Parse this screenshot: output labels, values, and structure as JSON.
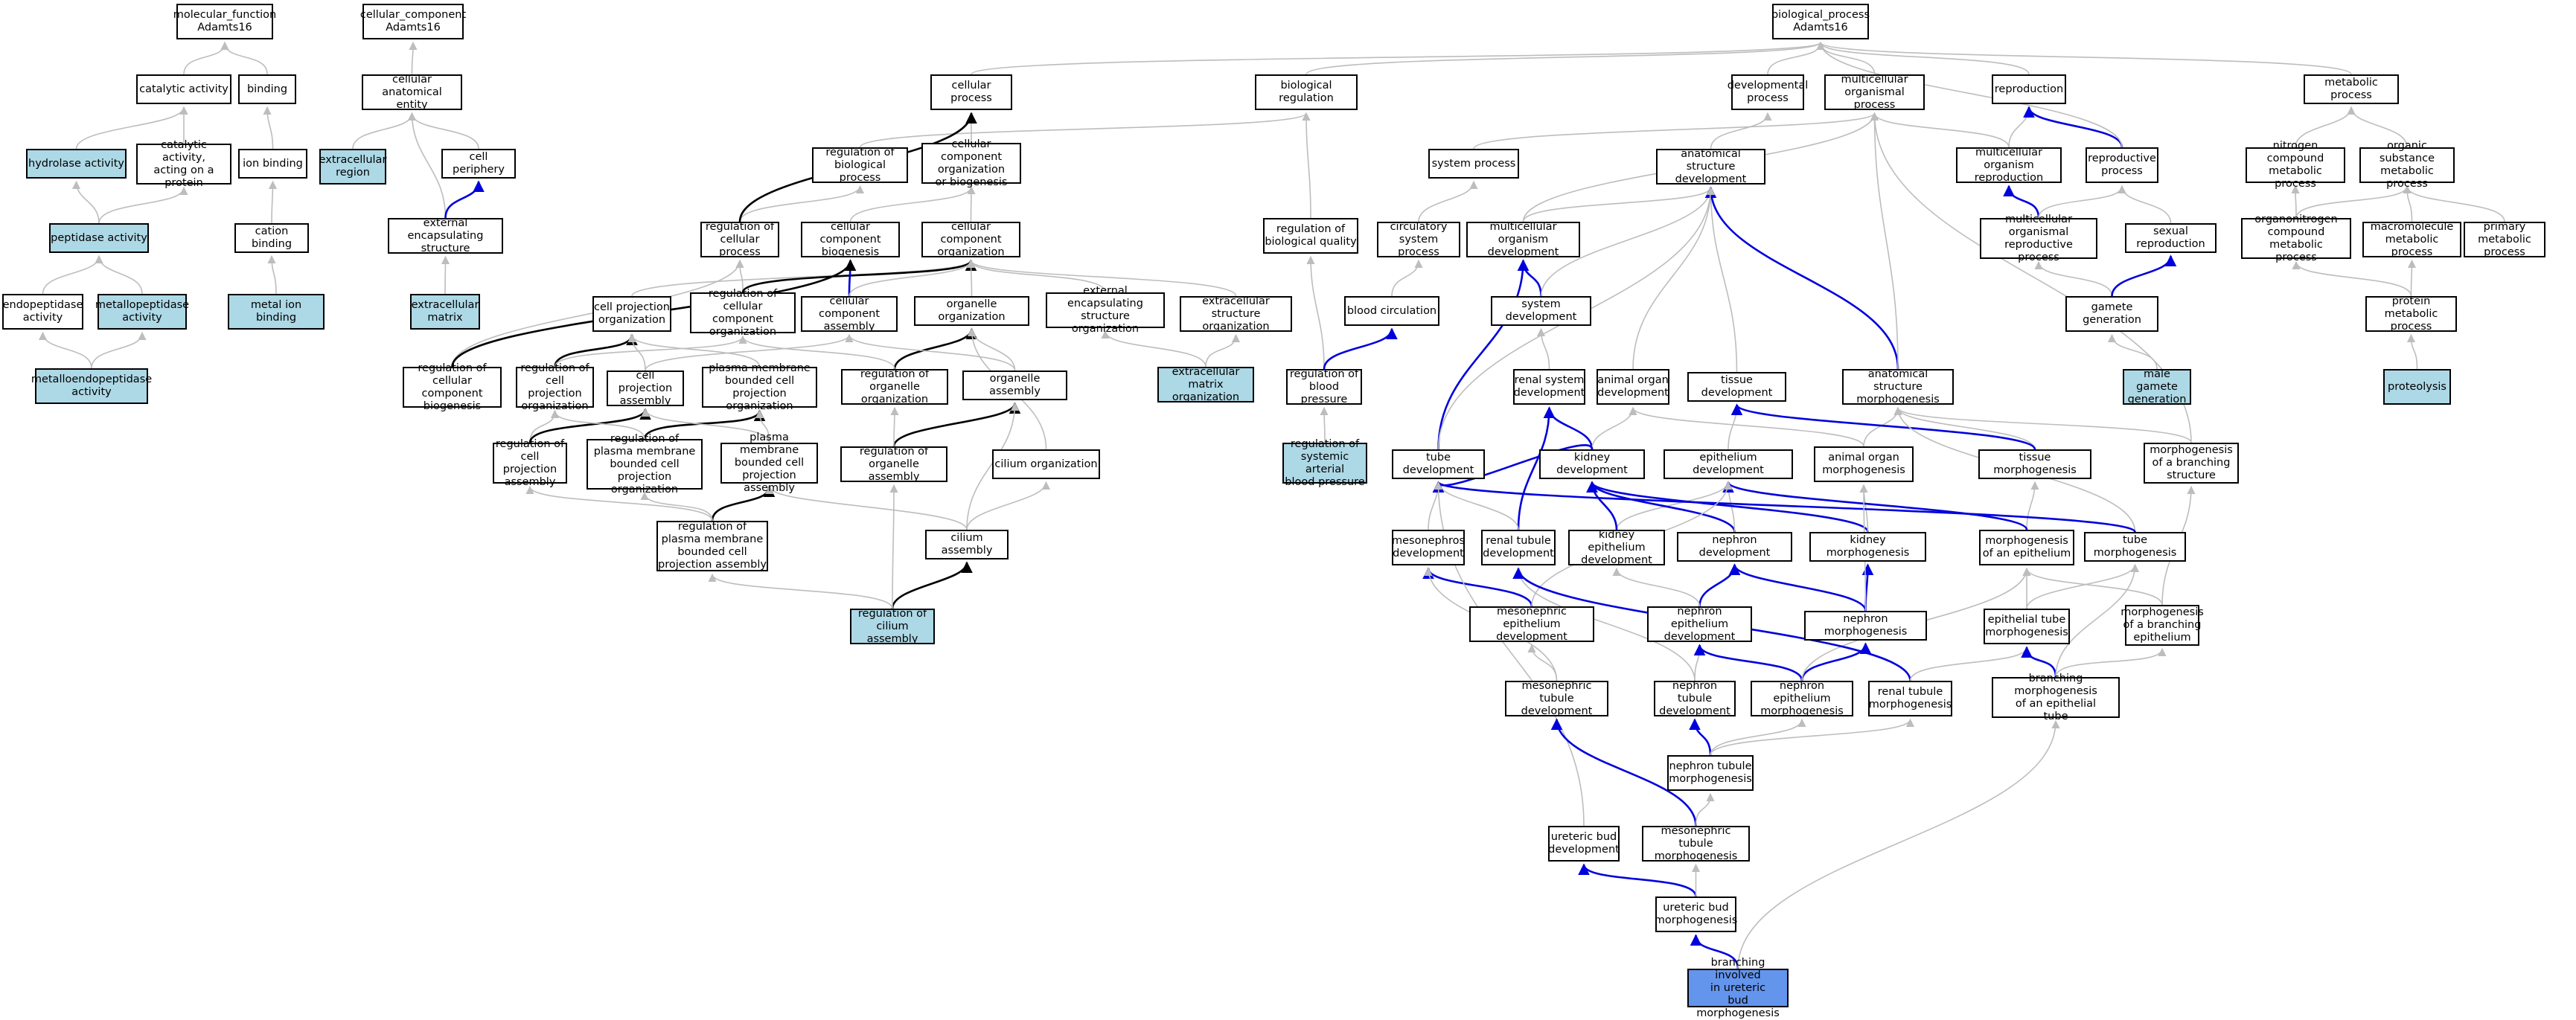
{
  "nodes": [
    {
      "id": "mf",
      "label": "molecular_function\nAdamts16"
    },
    {
      "id": "cat",
      "label": "catalytic activity"
    },
    {
      "id": "bind",
      "label": "binding"
    },
    {
      "id": "hyd",
      "label": "hydrolase activity",
      "style": "hl"
    },
    {
      "id": "catprot",
      "label": "catalytic activity,\nacting on a\nprotein"
    },
    {
      "id": "ionb",
      "label": "ion binding"
    },
    {
      "id": "pep",
      "label": "peptidase activity",
      "style": "hl"
    },
    {
      "id": "catb",
      "label": "cation binding"
    },
    {
      "id": "endo",
      "label": "endopeptidase\nactivity"
    },
    {
      "id": "metpep",
      "label": "metallopeptidase\nactivity",
      "style": "hl"
    },
    {
      "id": "metion",
      "label": "metal ion binding",
      "style": "hl"
    },
    {
      "id": "metendo",
      "label": "metalloendopeptidase\nactivity",
      "style": "hl"
    },
    {
      "id": "cc",
      "label": "cellular_component\nAdamts16"
    },
    {
      "id": "cae",
      "label": "cellular anatomical\nentity"
    },
    {
      "id": "exreg",
      "label": "extracellular\nregion",
      "style": "hl"
    },
    {
      "id": "cperi",
      "label": "cell periphery"
    },
    {
      "id": "ees",
      "label": "external encapsulating\nstructure"
    },
    {
      "id": "exmat",
      "label": "extracellular\nmatrix",
      "style": "hl"
    },
    {
      "id": "bp",
      "label": "biological_process\nAdamts16"
    },
    {
      "id": "cproc",
      "label": "cellular process"
    },
    {
      "id": "breg",
      "label": "biological regulation"
    },
    {
      "id": "devp",
      "label": "developmental\nprocess"
    },
    {
      "id": "multi",
      "label": "multicellular\norganismal process"
    },
    {
      "id": "repro",
      "label": "reproduction"
    },
    {
      "id": "metab",
      "label": "metabolic process"
    },
    {
      "id": "regbp",
      "label": "regulation of\nbiological process"
    },
    {
      "id": "ccob",
      "label": "cellular component\norganization\nor biogenesis"
    },
    {
      "id": "sysp",
      "label": "system process"
    },
    {
      "id": "asd",
      "label": "anatomical structure\ndevelopment"
    },
    {
      "id": "mor",
      "label": "multicellular\norganism reproduction"
    },
    {
      "id": "rproc",
      "label": "reproductive\nprocess"
    },
    {
      "id": "ncm",
      "label": "nitrogen compound\nmetabolic process"
    },
    {
      "id": "osm",
      "label": "organic substance\nmetabolic process"
    },
    {
      "id": "regcp",
      "label": "regulation of\ncellular process"
    },
    {
      "id": "ccbio",
      "label": "cellular component\nbiogenesis"
    },
    {
      "id": "ccorg",
      "label": "cellular component\norganization"
    },
    {
      "id": "regbq",
      "label": "regulation of\nbiological quality"
    },
    {
      "id": "circ",
      "label": "circulatory\nsystem process"
    },
    {
      "id": "mod",
      "label": "multicellular\norganism development"
    },
    {
      "id": "morp",
      "label": "multicellular\norganismal reproductive\nprocess"
    },
    {
      "id": "srep",
      "label": "sexual reproduction"
    },
    {
      "id": "orgn",
      "label": "organonitrogen\ncompound metabolic\nprocess"
    },
    {
      "id": "macro",
      "label": "macromolecule\nmetabolic process"
    },
    {
      "id": "prim",
      "label": "primary metabolic\nprocess"
    },
    {
      "id": "cpo",
      "label": "cell projection\norganization"
    },
    {
      "id": "regcco",
      "label": "regulation of\ncellular component\norganization"
    },
    {
      "id": "cca",
      "label": "cellular component\nassembly"
    },
    {
      "id": "orgo",
      "label": "organelle organization"
    },
    {
      "id": "eeso",
      "label": "external encapsulating\nstructure organization"
    },
    {
      "id": "exso",
      "label": "extracellular\nstructure organization"
    },
    {
      "id": "bcirc",
      "label": "blood circulation"
    },
    {
      "id": "sysd",
      "label": "system development"
    },
    {
      "id": "gam",
      "label": "gamete generation"
    },
    {
      "id": "prot",
      "label": "protein metabolic\nprocess"
    },
    {
      "id": "regccb",
      "label": "regulation of\ncellular component\nbiogenesis"
    },
    {
      "id": "regcpo",
      "label": "regulation of\ncell projection\norganization"
    },
    {
      "id": "cpa",
      "label": "cell projection\nassembly"
    },
    {
      "id": "pmbcpo",
      "label": "plasma membrane\nbounded cell\nprojection organization"
    },
    {
      "id": "regoo",
      "label": "regulation of\norganelle organization"
    },
    {
      "id": "orga",
      "label": "organelle assembly"
    },
    {
      "id": "exmo",
      "label": "extracellular\nmatrix organization",
      "style": "hl"
    },
    {
      "id": "regbpr",
      "label": "regulation of\nblood pressure"
    },
    {
      "id": "rsd",
      "label": "renal system\ndevelopment"
    },
    {
      "id": "aod",
      "label": "animal organ\ndevelopment"
    },
    {
      "id": "tisd",
      "label": "tissue development"
    },
    {
      "id": "asm",
      "label": "anatomical structure\nmorphogenesis"
    },
    {
      "id": "mgam",
      "label": "male gamete\ngeneration",
      "style": "hl"
    },
    {
      "id": "proteo",
      "label": "proteolysis",
      "style": "hl"
    },
    {
      "id": "regcpa",
      "label": "regulation of\ncell projection\nassembly"
    },
    {
      "id": "regpmb",
      "label": "regulation of\nplasma membrane\nbounded cell\nprojection organization"
    },
    {
      "id": "pmbcpa",
      "label": "plasma membrane\nbounded cell\nprojection assembly"
    },
    {
      "id": "regoa",
      "label": "regulation of\norganelle assembly"
    },
    {
      "id": "cilo",
      "label": "cilium organization"
    },
    {
      "id": "rsabp",
      "label": "regulation of\nsystemic arterial\nblood pressure",
      "style": "hl"
    },
    {
      "id": "tubd",
      "label": "tube development"
    },
    {
      "id": "kidd",
      "label": "kidney development"
    },
    {
      "id": "epid",
      "label": "epithelium development"
    },
    {
      "id": "aom",
      "label": "animal organ\nmorphogenesis"
    },
    {
      "id": "tism",
      "label": "tissue morphogenesis"
    },
    {
      "id": "mobs",
      "label": "morphogenesis\nof a branching\nstructure"
    },
    {
      "id": "regpmba",
      "label": "regulation of\nplasma membrane\nbounded cell\nprojection assembly"
    },
    {
      "id": "cila",
      "label": "cilium assembly"
    },
    {
      "id": "regcila",
      "label": "regulation of\ncilium assembly",
      "style": "hl"
    },
    {
      "id": "mesod",
      "label": "mesonephros\ndevelopment"
    },
    {
      "id": "rtd",
      "label": "renal tubule\ndevelopment"
    },
    {
      "id": "ked",
      "label": "kidney epithelium\ndevelopment"
    },
    {
      "id": "nepd",
      "label": "nephron development"
    },
    {
      "id": "kidm",
      "label": "kidney morphogenesis"
    },
    {
      "id": "moe",
      "label": "morphogenesis\nof an epithelium"
    },
    {
      "id": "tubm",
      "label": "tube morphogenesis"
    },
    {
      "id": "med",
      "label": "mesonephric\nepithelium development"
    },
    {
      "id": "ned",
      "label": "nephron epithelium\ndevelopment"
    },
    {
      "id": "nepm",
      "label": "nephron morphogenesis"
    },
    {
      "id": "etm",
      "label": "epithelial tube\nmorphogenesis"
    },
    {
      "id": "mobe",
      "label": "morphogenesis\nof a branching\nepithelium"
    },
    {
      "id": "mtd",
      "label": "mesonephric\ntubule development"
    },
    {
      "id": "ntd",
      "label": "nephron tubule\ndevelopment"
    },
    {
      "id": "nem",
      "label": "nephron epithelium\nmorphogenesis"
    },
    {
      "id": "rtm",
      "label": "renal tubule\nmorphogenesis"
    },
    {
      "id": "bmet",
      "label": "branching morphogenesis\nof an epithelial\ntube"
    },
    {
      "id": "ntm",
      "label": "nephron tubule\nmorphogenesis"
    },
    {
      "id": "ubd",
      "label": "ureteric bud\ndevelopment"
    },
    {
      "id": "mtm",
      "label": "mesonephric\ntubule morphogenesis"
    },
    {
      "id": "ubm",
      "label": "ureteric bud\nmorphogenesis"
    },
    {
      "id": "bubm",
      "label": "branching involved\nin ureteric\nbud morphogenesis",
      "style": "focus"
    }
  ],
  "edges": [
    [
      "cat",
      "mf",
      "g"
    ],
    [
      "bind",
      "mf",
      "g"
    ],
    [
      "hyd",
      "cat",
      "g"
    ],
    [
      "catprot",
      "cat",
      "g"
    ],
    [
      "ionb",
      "bind",
      "g"
    ],
    [
      "pep",
      "hyd",
      "g"
    ],
    [
      "pep",
      "catprot",
      "g"
    ],
    [
      "catb",
      "ionb",
      "g"
    ],
    [
      "endo",
      "pep",
      "g"
    ],
    [
      "metpep",
      "pep",
      "g"
    ],
    [
      "metion",
      "catb",
      "g"
    ],
    [
      "metendo",
      "endo",
      "g"
    ],
    [
      "metendo",
      "metpep",
      "g"
    ],
    [
      "cae",
      "cc",
      "g"
    ],
    [
      "exreg",
      "cae",
      "g"
    ],
    [
      "cperi",
      "cae",
      "g"
    ],
    [
      "ees",
      "cae",
      "g"
    ],
    [
      "ees",
      "cperi",
      "b"
    ],
    [
      "exmat",
      "ees",
      "g"
    ],
    [
      "cproc",
      "bp",
      "g"
    ],
    [
      "breg",
      "bp",
      "g"
    ],
    [
      "devp",
      "bp",
      "g"
    ],
    [
      "multi",
      "bp",
      "g"
    ],
    [
      "repro",
      "bp",
      "g"
    ],
    [
      "metab",
      "bp",
      "g"
    ],
    [
      "regbp",
      "breg",
      "g"
    ],
    [
      "ccob",
      "cproc",
      "g"
    ],
    [
      "sysp",
      "multi",
      "g"
    ],
    [
      "asd",
      "devp",
      "g"
    ],
    [
      "mor",
      "multi",
      "g"
    ],
    [
      "mor",
      "repro",
      "g"
    ],
    [
      "rproc",
      "repro",
      "b"
    ],
    [
      "rproc",
      "bp",
      "g"
    ],
    [
      "ncm",
      "metab",
      "g"
    ],
    [
      "osm",
      "metab",
      "g"
    ],
    [
      "regcp",
      "regbp",
      "g"
    ],
    [
      "regcp",
      "cproc",
      "k"
    ],
    [
      "ccbio",
      "ccob",
      "g"
    ],
    [
      "ccorg",
      "ccob",
      "g"
    ],
    [
      "regbq",
      "breg",
      "g"
    ],
    [
      "circ",
      "sysp",
      "g"
    ],
    [
      "mod",
      "asd",
      "g"
    ],
    [
      "mod",
      "multi",
      "g"
    ],
    [
      "morp",
      "mor",
      "b"
    ],
    [
      "morp",
      "rproc",
      "g"
    ],
    [
      "srep",
      "rproc",
      "g"
    ],
    [
      "orgn",
      "ncm",
      "g"
    ],
    [
      "orgn",
      "osm",
      "g"
    ],
    [
      "macro",
      "osm",
      "g"
    ],
    [
      "prim",
      "osm",
      "g"
    ],
    [
      "cpo",
      "ccorg",
      "g"
    ],
    [
      "regcco",
      "regcp",
      "g"
    ],
    [
      "regcco",
      "ccorg",
      "k"
    ],
    [
      "cca",
      "ccbio",
      "b"
    ],
    [
      "cca",
      "ccorg",
      "g"
    ],
    [
      "orgo",
      "ccorg",
      "g"
    ],
    [
      "eeso",
      "ccorg",
      "g"
    ],
    [
      "exso",
      "ccorg",
      "g"
    ],
    [
      "bcirc",
      "circ",
      "g"
    ],
    [
      "sysd",
      "mod",
      "b"
    ],
    [
      "sysd",
      "asd",
      "g"
    ],
    [
      "gam",
      "morp",
      "g"
    ],
    [
      "gam",
      "srep",
      "b"
    ],
    [
      "prot",
      "macro",
      "g"
    ],
    [
      "prot",
      "orgn",
      "g"
    ],
    [
      "regccb",
      "regcp",
      "g"
    ],
    [
      "regccb",
      "ccbio",
      "k"
    ],
    [
      "regcpo",
      "cpo",
      "k"
    ],
    [
      "regcpo",
      "regcco",
      "g"
    ],
    [
      "cpa",
      "cpo",
      "g"
    ],
    [
      "cpa",
      "cca",
      "g"
    ],
    [
      "pmbcpo",
      "cpo",
      "g"
    ],
    [
      "regoo",
      "orgo",
      "k"
    ],
    [
      "regoo",
      "regcco",
      "g"
    ],
    [
      "orga",
      "orgo",
      "g"
    ],
    [
      "orga",
      "cca",
      "g"
    ],
    [
      "exmo",
      "exso",
      "g"
    ],
    [
      "exmo",
      "eeso",
      "g"
    ],
    [
      "regbpr",
      "regbq",
      "g"
    ],
    [
      "regbpr",
      "bcirc",
      "b"
    ],
    [
      "rsd",
      "sysd",
      "g"
    ],
    [
      "aod",
      "asd",
      "g"
    ],
    [
      "tisd",
      "asd",
      "g"
    ],
    [
      "asm",
      "asd",
      "b"
    ],
    [
      "asm",
      "multi",
      "g"
    ],
    [
      "mgam",
      "gam",
      "g"
    ],
    [
      "proteo",
      "prot",
      "g"
    ],
    [
      "regcpa",
      "regcpo",
      "g"
    ],
    [
      "regcpa",
      "cpa",
      "k"
    ],
    [
      "regpmb",
      "pmbcpo",
      "k"
    ],
    [
      "regpmb",
      "regcpo",
      "g"
    ],
    [
      "pmbcpa",
      "pmbcpo",
      "g"
    ],
    [
      "pmbcpa",
      "cpa",
      "g"
    ],
    [
      "regoa",
      "orga",
      "k"
    ],
    [
      "regoa",
      "regoo",
      "g"
    ],
    [
      "cilo",
      "orgo",
      "g"
    ],
    [
      "rsabp",
      "regbpr",
      "g"
    ],
    [
      "tubd",
      "mod",
      "b"
    ],
    [
      "tubd",
      "asd",
      "g"
    ],
    [
      "kidd",
      "rsd",
      "b"
    ],
    [
      "kidd",
      "aod",
      "g"
    ],
    [
      "kidd",
      "tubd",
      "b"
    ],
    [
      "epid",
      "tisd",
      "g"
    ],
    [
      "aom",
      "aod",
      "g"
    ],
    [
      "aom",
      "asm",
      "g"
    ],
    [
      "tism",
      "asm",
      "g"
    ],
    [
      "tism",
      "tisd",
      "b"
    ],
    [
      "mobs",
      "asm",
      "g"
    ],
    [
      "mobs",
      "multi",
      "g"
    ],
    [
      "regpmba",
      "pmbcpa",
      "k"
    ],
    [
      "regpmba",
      "regpmb",
      "g"
    ],
    [
      "regpmba",
      "regcpa",
      "g"
    ],
    [
      "cila",
      "orga",
      "g"
    ],
    [
      "cila",
      "pmbcpa",
      "g"
    ],
    [
      "cila",
      "cilo",
      "g"
    ],
    [
      "regcila",
      "cila",
      "k"
    ],
    [
      "regcila",
      "regoa",
      "g"
    ],
    [
      "regcila",
      "regpmba",
      "g"
    ],
    [
      "mesod",
      "tubd",
      "g"
    ],
    [
      "rtd",
      "rsd",
      "b"
    ],
    [
      "rtd",
      "tubd",
      "g"
    ],
    [
      "ked",
      "epid",
      "g"
    ],
    [
      "ked",
      "kidd",
      "b"
    ],
    [
      "nepd",
      "kidd",
      "b"
    ],
    [
      "nepd",
      "epid",
      "g"
    ],
    [
      "kidm",
      "kidd",
      "b"
    ],
    [
      "kidm",
      "aom",
      "g"
    ],
    [
      "moe",
      "tism",
      "g"
    ],
    [
      "moe",
      "epid",
      "b"
    ],
    [
      "tubm",
      "asm",
      "g"
    ],
    [
      "tubm",
      "tubd",
      "b"
    ],
    [
      "med",
      "mesod",
      "b"
    ],
    [
      "med",
      "epid",
      "g"
    ],
    [
      "ned",
      "nepd",
      "b"
    ],
    [
      "ned",
      "ked",
      "g"
    ],
    [
      "nepm",
      "nepd",
      "b"
    ],
    [
      "nepm",
      "kidm",
      "b"
    ],
    [
      "nepm",
      "aom",
      "g"
    ],
    [
      "etm",
      "moe",
      "g"
    ],
    [
      "etm",
      "tubm",
      "g"
    ],
    [
      "mobe",
      "moe",
      "g"
    ],
    [
      "mobe",
      "mobs",
      "g"
    ],
    [
      "mtd",
      "med",
      "g"
    ],
    [
      "mtd",
      "mesod",
      "g"
    ],
    [
      "ntd",
      "ned",
      "g"
    ],
    [
      "ntd",
      "rtd",
      "g"
    ],
    [
      "nem",
      "ned",
      "b"
    ],
    [
      "nem",
      "nepm",
      "b"
    ],
    [
      "nem",
      "moe",
      "g"
    ],
    [
      "rtm",
      "rtd",
      "b"
    ],
    [
      "rtm",
      "etm",
      "g"
    ],
    [
      "bmet",
      "etm",
      "b"
    ],
    [
      "bmet",
      "mobe",
      "g"
    ],
    [
      "bmet",
      "tubm",
      "g"
    ],
    [
      "ntm",
      "ntd",
      "b"
    ],
    [
      "ntm",
      "nem",
      "g"
    ],
    [
      "ntm",
      "rtm",
      "g"
    ],
    [
      "ubd",
      "tubd",
      "g"
    ],
    [
      "mtm",
      "mtd",
      "b"
    ],
    [
      "mtm",
      "ntm",
      "g"
    ],
    [
      "ubm",
      "ubd",
      "b"
    ],
    [
      "ubm",
      "mtm",
      "g"
    ],
    [
      "bubm",
      "ubm",
      "b"
    ],
    [
      "bubm",
      "bmet",
      "g"
    ]
  ]
}
